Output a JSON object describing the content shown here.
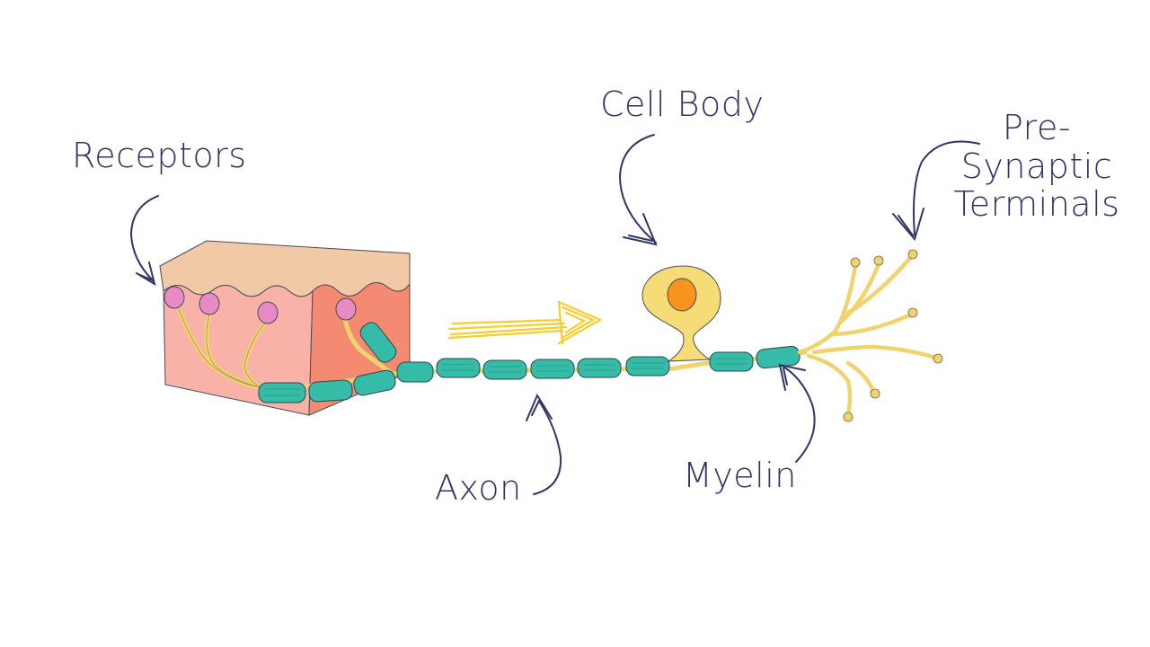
{
  "labels": {
    "receptors": "Receptors",
    "cell_body": "Cell Body",
    "axon": "Axon",
    "myelin": "Myelin",
    "presynaptic_line1": "Pre-",
    "presynaptic_line2": "Synaptic",
    "presynaptic_line3": "Terminals"
  },
  "colors": {
    "label_text": "#2f3568",
    "arrow_ink": "#2f3568",
    "skin_top": "#f2c9a6",
    "skin_front": "#f9b2a8",
    "skin_side": "#f58a72",
    "receptor": "#e88bc4",
    "nerve": "#f1d36d",
    "myelin": "#35bba8",
    "nucleus": "#f7941d",
    "signal_arrow": "#f7cd2c"
  },
  "icons": {
    "pointer_arrows": "hand-drawn-arrow-icon",
    "signal_direction": "signal-direction-arrow-icon"
  }
}
